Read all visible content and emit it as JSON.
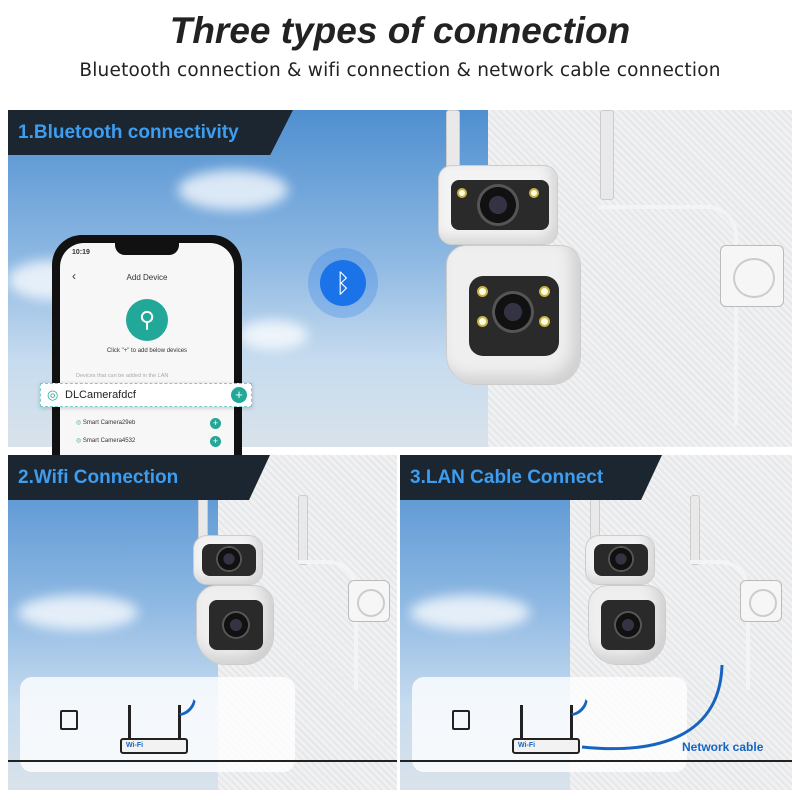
{
  "header": {
    "title": "Three types of connection",
    "subtitle": "Bluetooth connection & wifi connection & network cable connection"
  },
  "panels": [
    {
      "label": "1.Bluetooth connectivity"
    },
    {
      "label": "2.Wifi Connection"
    },
    {
      "label": "3.LAN Cable Connect"
    }
  ],
  "phone": {
    "time": "10:19",
    "screen_title": "Add Device",
    "hint": "Click \"+\" to add below devices",
    "section_label": "Devices that can be added in the LAN",
    "highlight_device": "DLCamerafdcf",
    "devices": [
      "Smart Camera29eb",
      "Smart Camera4532"
    ]
  },
  "router": {
    "label": "Wi-Fi"
  },
  "network_cable_label": "Network cable",
  "colors": {
    "banner_bg": "#1c2630",
    "banner_text": "#3d9df0",
    "accent_teal": "#22a898",
    "bluetooth": "#1a73e8",
    "cable_blue": "#1565c0"
  },
  "icons": [
    "bluetooth-icon",
    "search-icon",
    "camera-icon",
    "plus-icon",
    "wifi-icon",
    "router-icon",
    "power-plug-icon"
  ]
}
